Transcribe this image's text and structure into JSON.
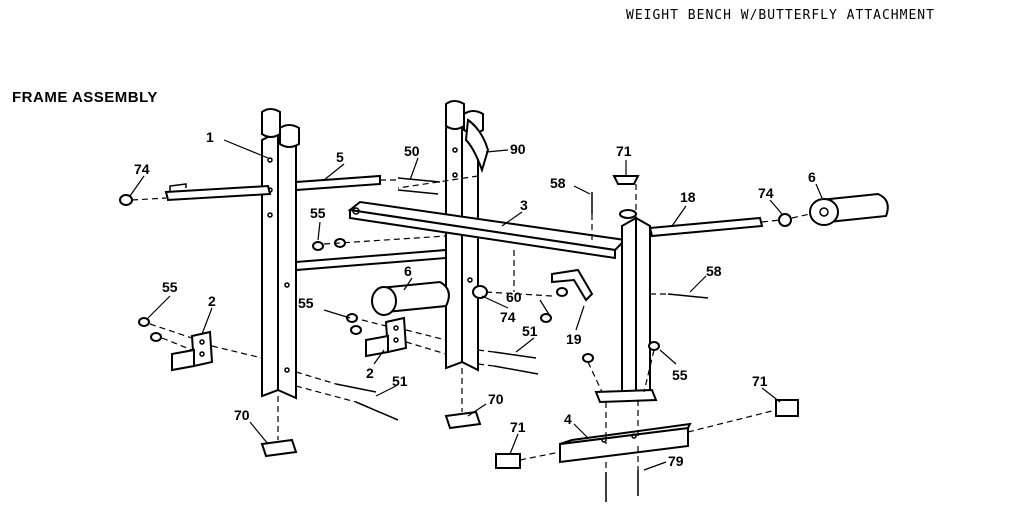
{
  "header": {
    "title": "WEIGHT BENCH W/BUTTERFLY ATTACHMENT",
    "subtitle": "FRAME ASSEMBLY"
  },
  "callouts": {
    "c1": "1",
    "c5": "5",
    "c50": "50",
    "c90": "90",
    "c74a": "74",
    "c71a": "71",
    "c58a": "58",
    "c18": "18",
    "c74b": "74",
    "c6a": "6",
    "c3": "3",
    "c55a": "55",
    "c6b": "6",
    "c58b": "58",
    "c55b": "55",
    "c2a": "2",
    "c60": "60",
    "c74c": "74",
    "c55c": "55",
    "c51a": "51",
    "c19": "19",
    "c2b": "2",
    "c55d": "55",
    "c51b": "51",
    "c71b": "71",
    "c70a": "70",
    "c70b": "70",
    "c71c": "71",
    "c4": "4",
    "c79": "79"
  }
}
